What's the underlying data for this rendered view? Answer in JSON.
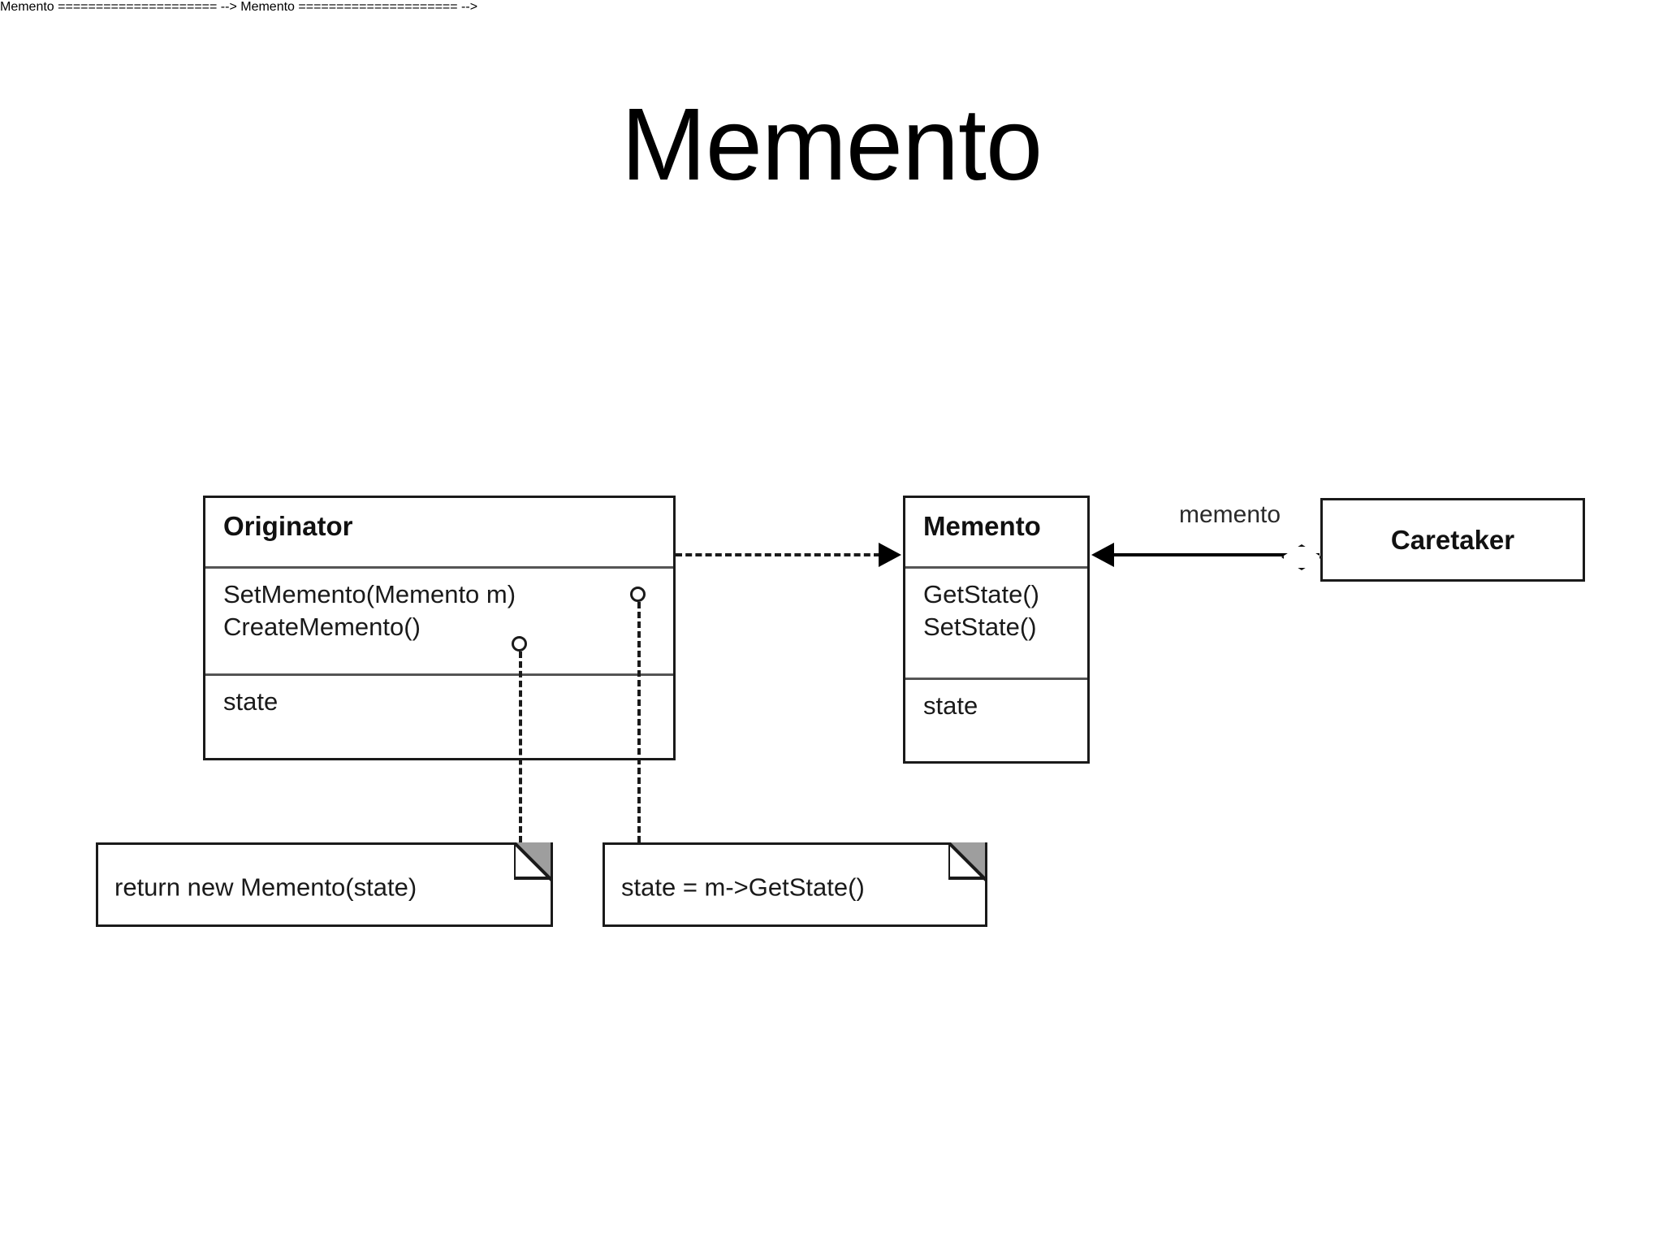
{
  "slide": {
    "title": "Memento"
  },
  "diagram": {
    "type": "uml-class-diagram",
    "classes": [
      {
        "id": "originator",
        "name": "Originator",
        "operations": [
          "SetMemento(Memento m)",
          "CreateMemento()"
        ],
        "attributes": [
          "state"
        ]
      },
      {
        "id": "memento",
        "name": "Memento",
        "operations": [
          "GetState()",
          "SetState()"
        ],
        "attributes": [
          "state"
        ]
      },
      {
        "id": "caretaker",
        "name": "Caretaker",
        "operations": [],
        "attributes": []
      }
    ],
    "relationships": [
      {
        "id": "originator-memento-dependency",
        "kind": "dependency",
        "from": "Originator",
        "to": "Memento",
        "label": ""
      },
      {
        "id": "caretaker-memento-aggregation",
        "kind": "aggregation",
        "from": "Caretaker",
        "to": "Memento",
        "label": "memento"
      }
    ],
    "notes": [
      {
        "id": "note-create-memento",
        "text": "return new Memento(state)",
        "anchored_to": "CreateMemento()"
      },
      {
        "id": "note-set-memento",
        "text": "state = m->GetState()",
        "anchored_to": "SetMemento(Memento m)"
      }
    ],
    "colors": {
      "stroke": "#1a1a1a",
      "compartment_rule": "#555555",
      "note_fold": "#9e9e9e",
      "background": "#ffffff",
      "text": "#1a1a1a"
    }
  }
}
